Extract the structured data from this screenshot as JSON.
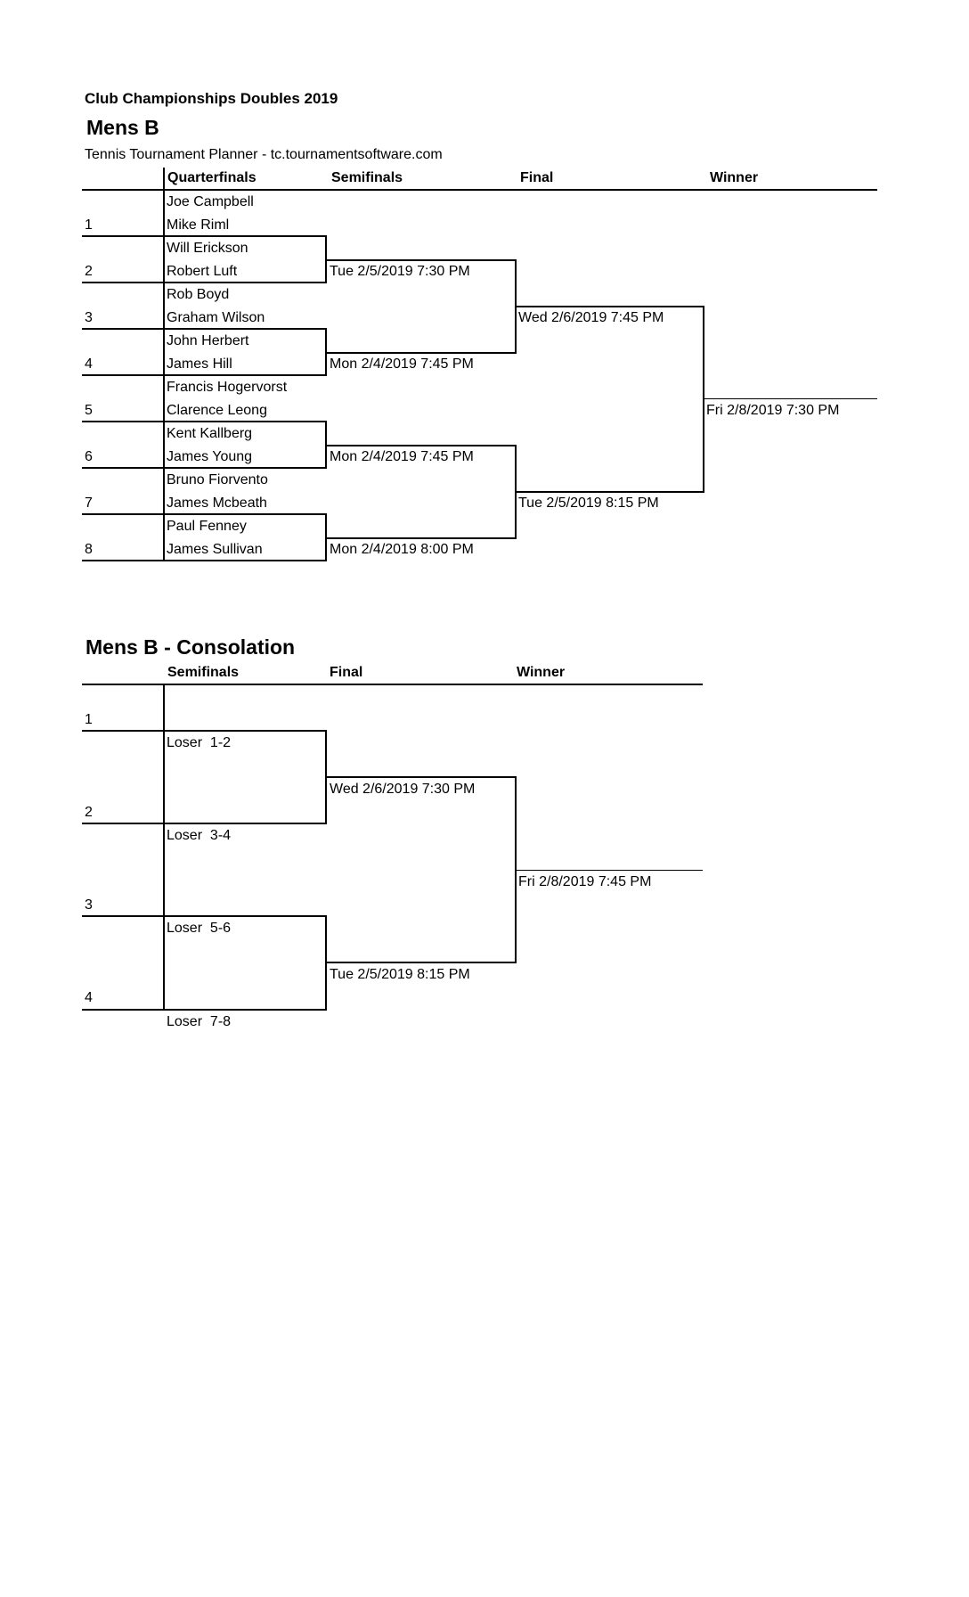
{
  "document": {
    "title": "Club Championships Doubles 2019",
    "subtitle": "Tennis Tournament Planner - tc.tournamentsoftware.com"
  },
  "main": {
    "heading": "Mens B",
    "columns": {
      "quarterfinals": "Quarterfinals",
      "semifinals": "Semifinals",
      "final": "Final",
      "winner": "Winner"
    },
    "entries": [
      {
        "seed": "1",
        "player1": "Joe Campbell",
        "player2": "Mike Riml"
      },
      {
        "seed": "2",
        "player1": "Will Erickson",
        "player2": "Robert Luft"
      },
      {
        "seed": "3",
        "player1": "Rob Boyd",
        "player2": "Graham Wilson"
      },
      {
        "seed": "4",
        "player1": "John Herbert",
        "player2": "James Hill"
      },
      {
        "seed": "5",
        "player1": "Francis Hogervorst",
        "player2": "Clarence Leong"
      },
      {
        "seed": "6",
        "player1": "Kent Kallberg",
        "player2": "James Young"
      },
      {
        "seed": "7",
        "player1": "Bruno Fiorvento",
        "player2": "James Mcbeath"
      },
      {
        "seed": "8",
        "player1": "Paul Fenney",
        "player2": "James Sullivan"
      }
    ],
    "quarterfinal_times": [
      "Tue 2/5/2019 7:30 PM",
      "Mon 2/4/2019 7:45 PM",
      "Mon 2/4/2019 7:45 PM",
      "Mon 2/4/2019 8:00 PM"
    ],
    "semifinal_times": [
      "Wed 2/6/2019 7:45 PM",
      "Tue 2/5/2019 8:15 PM"
    ],
    "final_time": "Fri 2/8/2019 7:30 PM"
  },
  "consolation": {
    "heading": "Mens B - Consolation",
    "columns": {
      "semifinals": "Semifinals",
      "final": "Final",
      "winner": "Winner"
    },
    "seeds": [
      "1",
      "2",
      "3",
      "4"
    ],
    "losers": [
      "Loser  1-2",
      "Loser  3-4",
      "Loser  5-6",
      "Loser  7-8"
    ],
    "semifinal_times": [
      "Wed 2/6/2019 7:30 PM",
      "Tue 2/5/2019 8:15 PM"
    ],
    "final_time": "Fri 2/8/2019 7:45 PM"
  }
}
